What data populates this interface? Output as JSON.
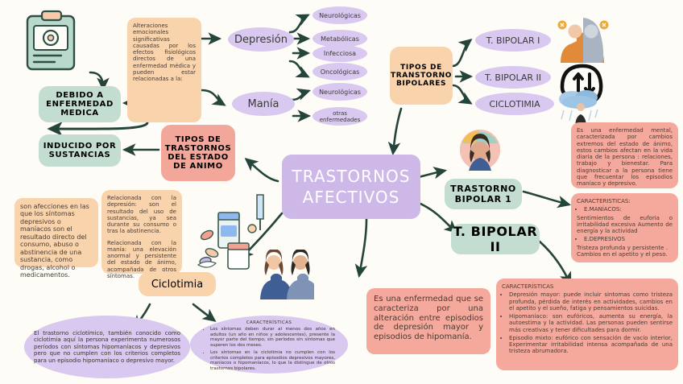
{
  "central": {
    "label": "TRASTORNOS AFECTIVOS",
    "color": "#cdb8e8"
  },
  "branch_mood_types": {
    "label": "TIPOS DE TRASTORNOS DEL ESTADO DE ANIMO",
    "color": "#f3a79a"
  },
  "branch_bipolar_types": {
    "label": "TIPOS DE TRANSTORNO BIPOLARES",
    "color": "#f9d3ac"
  },
  "medical_illness": {
    "label": "DEBIDO A ENFERMEDAD MEDICA",
    "description": "Alteraciones emocionales significativas causadas por los efectos fisiológicos directos de una enfermedad médica y pueden estar relacionadas a la:",
    "subtypes": [
      "Neurológicas",
      "Metabólicas",
      "Infecciosa",
      "Oncológicas"
    ]
  },
  "substance_induced": {
    "label": "INDUCIDO POR SUSTANCIAS",
    "description": "son afecciones en las que los síntomas depresivos o maníacos son el resultado directo del consumo, abuso o abstinencia de una sustancia, como drogas, alcohol o medicamentos.",
    "detail_depression": "Relacionada con la depresión: son el resultado del uso de sustancias, ya sea durante su consumo o tras la abstinencia.",
    "detail_mania": "Relacionada con la manía: una elevación anormal y persistente del estado de ánimo, acompañada de otros síntomas."
  },
  "depression_node": {
    "label": "Depresión"
  },
  "mania_node": {
    "label": "Manía",
    "subtypes": [
      "Neurológicas",
      "otras enfermedades"
    ]
  },
  "bipolar_types": [
    {
      "label": "T. BIPOLAR I"
    },
    {
      "label": "T. BIPOLAR II"
    },
    {
      "label": "CICLOTIMIA"
    }
  ],
  "bipolar_one": {
    "label": "TRASTORNO BIPOLAR 1",
    "description": "Es una enfermedad mental, caracterizada por cambios extremos del estado de ánimo, estos cambios afectan en la vida diaria de la persona : relaciones, trabajo y bienestar. Para diagnosticar a la persona tiene que frecuentar los episodios maníaco y depresivo.",
    "characteristics_title": "CARACTERISTICAS:",
    "characteristics": [
      {
        "bullet": "E.MANÍACOS:",
        "text": "Sentimientos de euforia o irritabilidad excesiva Aumento de energía y la actividad"
      },
      {
        "bullet": "E.DEPRESIVOS",
        "text": "Tristeza profunda y persistente . Cambios en el apetito y el peso."
      }
    ]
  },
  "bipolar_two": {
    "label": "T. BIPOLAR II",
    "description": "Es una enfermedad que se caracteriza por una alteración entre episodios de depresión mayor y episodios de hipomanía.",
    "characteristics_title": "CARACTERÍSTICAS",
    "characteristics": [
      "Depresión mayor: puede incluir sintomas como tristeza profunda, pérdida de interés en actividades, cambios en el apetito y el sueño, fatiga y pensamientos suicidas.",
      "Hipomaniaco: son eufóricos, aumenta su energía, la autoestima y la actividad. Las personas pueden sentirse más creativas y tener dificultades para dormir.",
      "Episodio mixto: eufórico con sensación de vacío interior, Experimentar irritabilidad intensa acompañada de una tristeza abrumadora."
    ]
  },
  "cyclothymia": {
    "label": "Ciclotimia",
    "description": "El trastorno ciclotímico, también conocido como ciclotimia aquí la persona experimenta numerosos períodos con síntomas hipomaníacos y depresivos pero que no cumplen con los criterios completos para un episodio hipomaníaco o depresivo mayor.",
    "characteristics_title": "CARACTERÍSTICAS",
    "characteristics": [
      "Los síntomas deben durar al menos dos años en adultos (un año en niños y adolescentes), presente la mayor parte del tiempo, sin períodos sin síntomas que superen los dos meses.",
      "Los síntomas en la ciclotimia no cumplen con los criterios completos para episodios depresivos mayores, maníacos o hipomaníacos, lo que la distingue de otros trastornos bipolares."
    ]
  },
  "icons": {
    "clipboard": "clipboard-icon",
    "pills": "pills-medication-icon",
    "people_split": "two-people-mood-icon",
    "head_arrows": "head-updown-arrows-icon",
    "rain_cloud": "person-under-raincloud-icon",
    "avatar": "woman-avatar-icon",
    "two_women": "two-women-icon"
  }
}
